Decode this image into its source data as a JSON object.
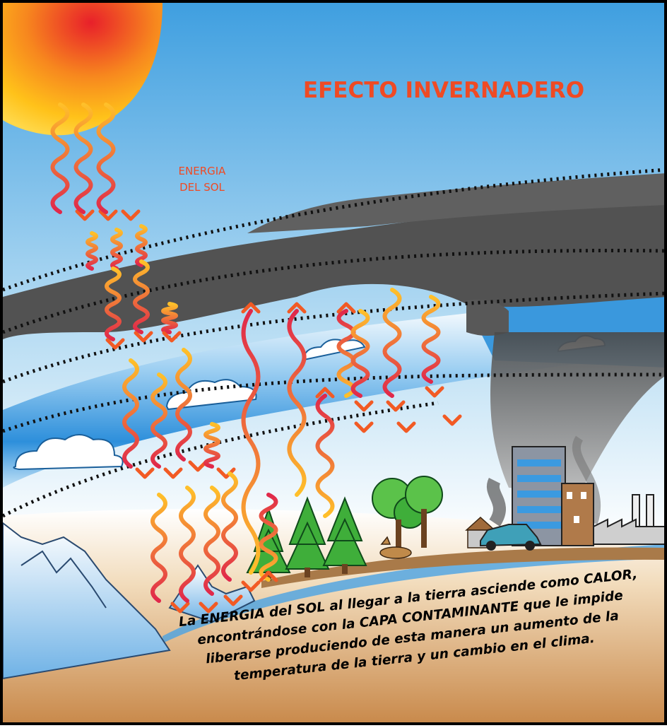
{
  "title": "EFECTO INVERNADERO",
  "energy_label": [
    "ENERGIA",
    "DEL SOL"
  ],
  "caption": [
    "La ENERGIA del SOL al llegar a la tierra asciende como CALOR,",
    "encontrándose con la CAPA CONTAMINANTE que le impide",
    "liberarse produciendo de esta manera un aumento de la",
    "temperatura de la tierra y un cambio en el clima."
  ],
  "colors": {
    "title": "#ef4a24",
    "energy_label": "#ef4a24",
    "pollution_layer": "#525252",
    "cloud_band": "#4aa3e3",
    "sun": "#ffc21a",
    "ground": "#d8a86c",
    "ray_warm": "#ffc02a",
    "ray_hot": "#e0284a",
    "arrowhead": "#f25a24"
  },
  "icons": [
    "sun-icon",
    "cloud-icon",
    "tree-icon",
    "factory-icon",
    "building-icon",
    "car-icon",
    "house-icon",
    "deer-icon",
    "mountain-icon"
  ]
}
